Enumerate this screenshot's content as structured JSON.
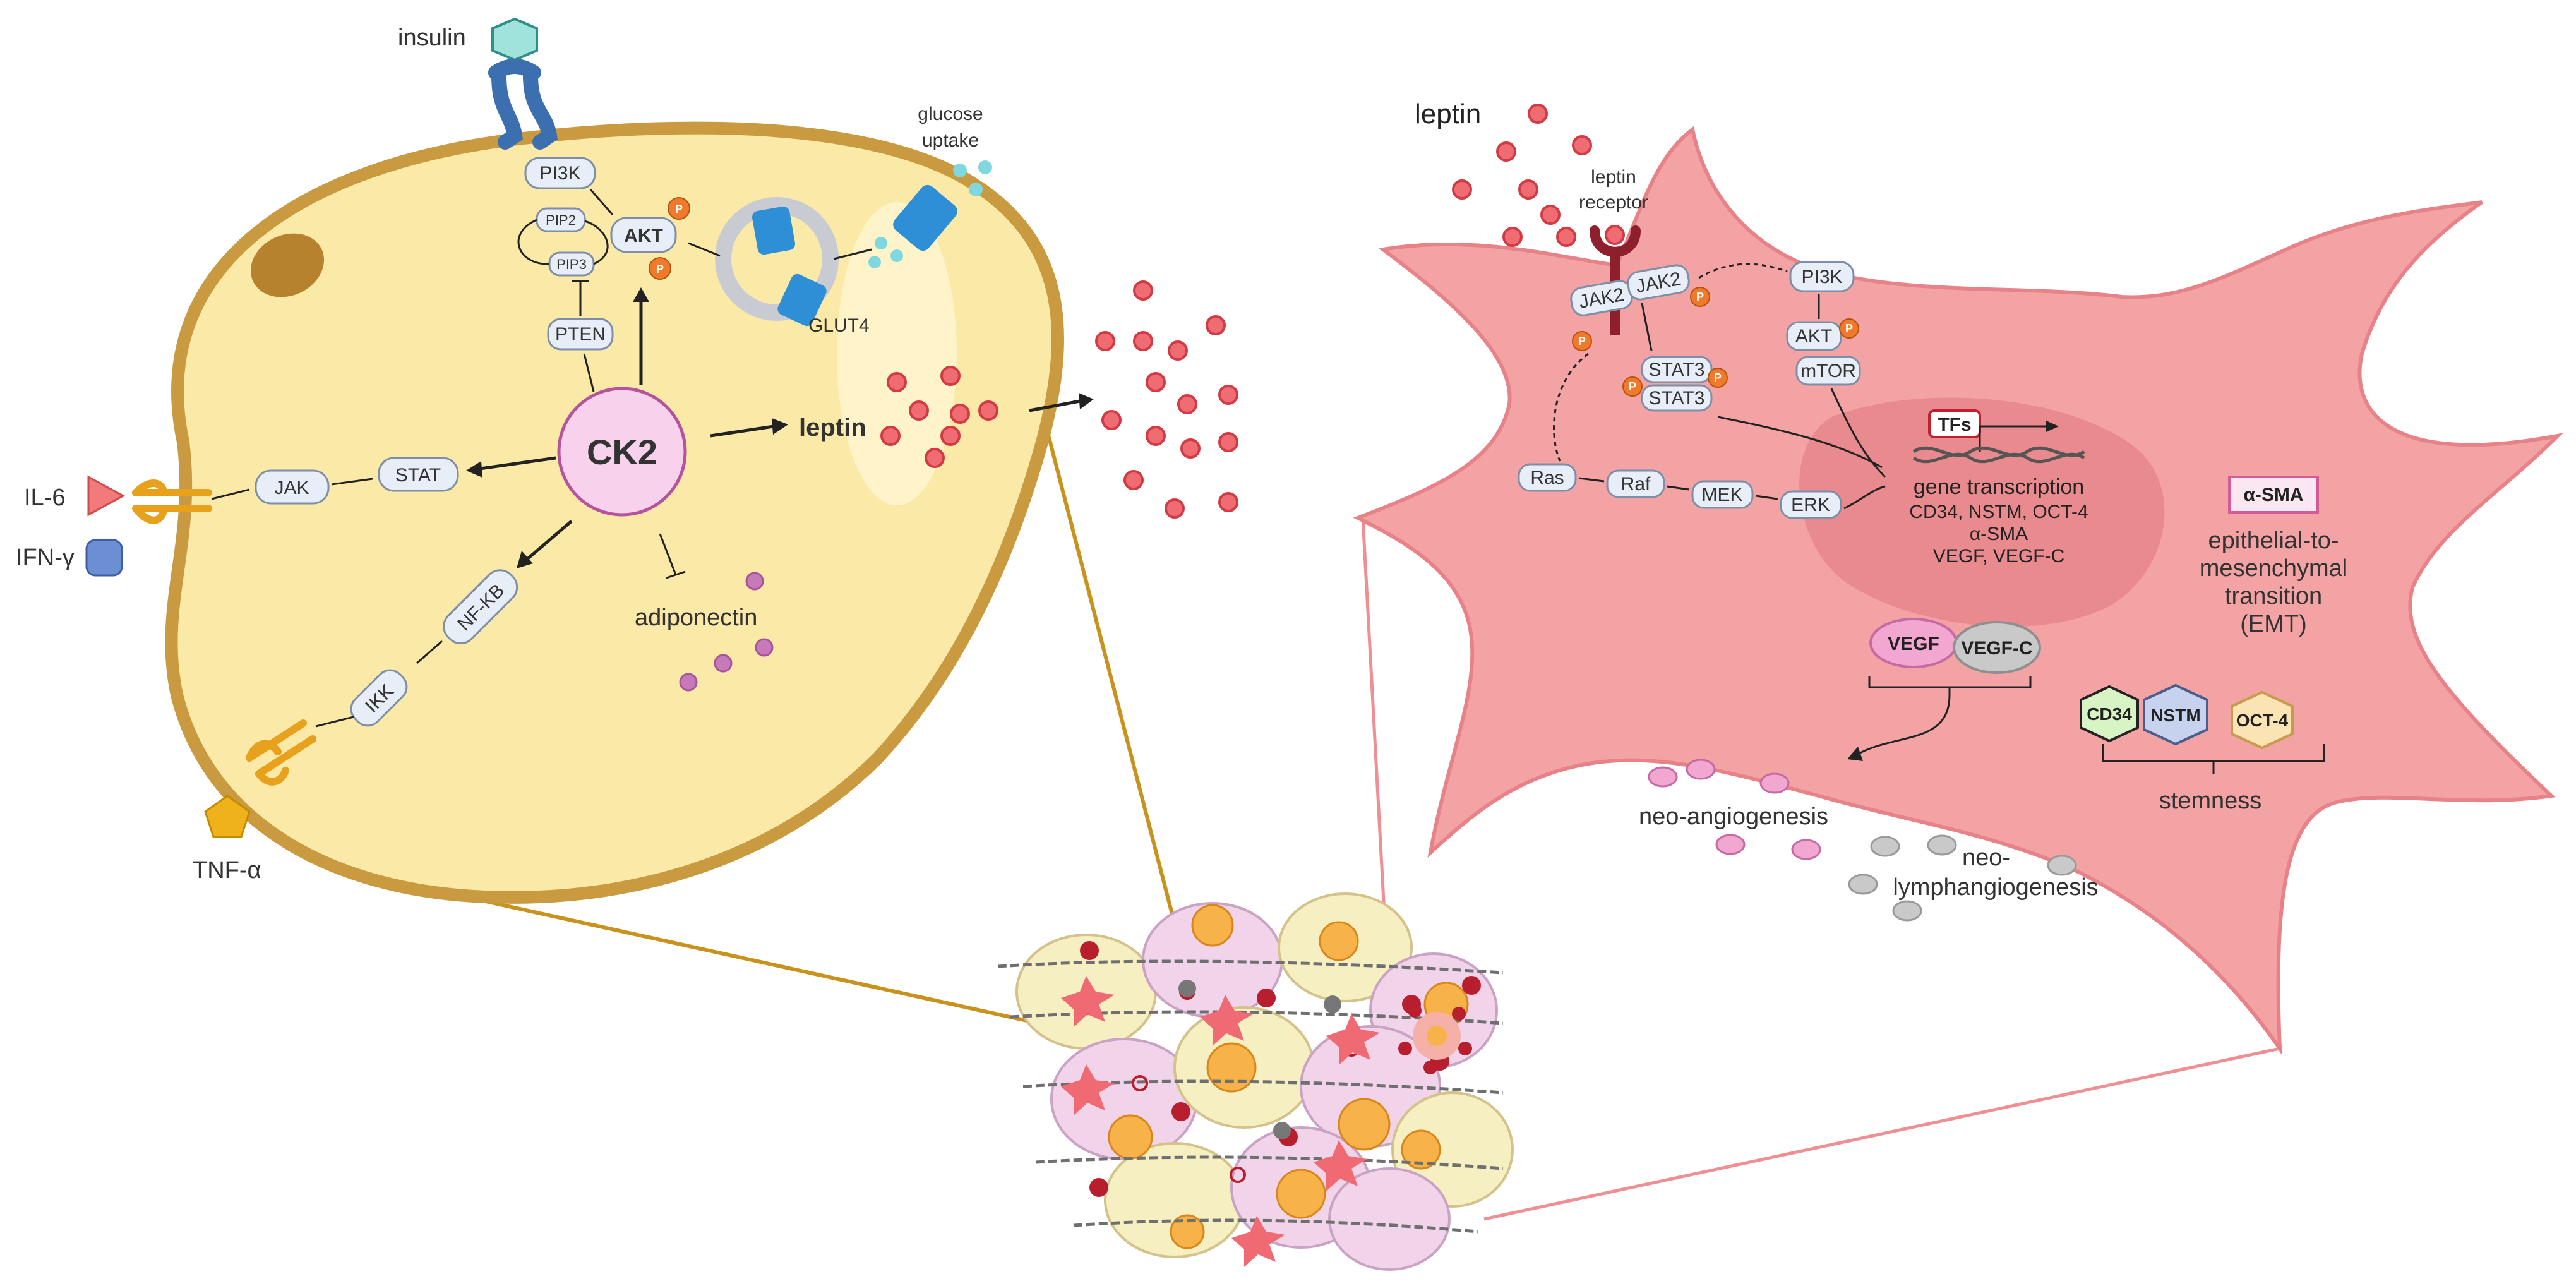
{
  "adipocyte": {
    "insulin": "insulin",
    "glucose_uptake_line1": "glucose",
    "glucose_uptake_line2": "uptake",
    "glut4": "GLUT4",
    "pi3k": "PI3K",
    "pip2": "PIP2",
    "pip3": "PIP3",
    "akt": "AKT",
    "pten": "PTEN",
    "ck2": "CK2",
    "leptin": "leptin",
    "jak": "JAK",
    "stat": "STAT",
    "il6": "IL-6",
    "ifng": "IFN-γ",
    "nfkb": "NF-KB",
    "ikk": "IKK",
    "adiponectin": "adiponectin",
    "tnfa": "TNF-α",
    "phospho": "P"
  },
  "cancer_cell": {
    "leptin": "leptin",
    "leptin_receptor_line1": "leptin",
    "leptin_receptor_line2": "receptor",
    "jak2_left": "JAK2",
    "jak2_right": "JAK2",
    "pi3k": "PI3K",
    "akt": "AKT",
    "mtor": "mTOR",
    "stat3_top": "STAT3",
    "stat3_bottom": "STAT3",
    "ras": "Ras",
    "raf": "Raf",
    "mek": "MEK",
    "erk": "ERK",
    "tfs": "TFs",
    "gene_transcription": "gene transcription",
    "genes_line1": "CD34, NSTM, OCT-4",
    "genes_line2": "α-SMA",
    "genes_line3": "VEGF, VEGF-C",
    "asma": "α-SMA",
    "emt_line1": "epithelial-to-",
    "emt_line2": "mesenchymal",
    "emt_line3": "transition",
    "emt_line4": "(EMT)",
    "vegf": "VEGF",
    "vegfc": "VEGF-C",
    "cd34": "CD34",
    "nstm": "NSTM",
    "oct4": "OCT-4",
    "stemness": "stemness",
    "neo_angiogenesis": "neo-angiogenesis",
    "neo_lymph_line1": "neo-",
    "neo_lymph_line2": "lymphangiogenesis",
    "phospho": "P"
  },
  "colors": {
    "adipocyte_fill": "#fbe9a8",
    "adipocyte_border": "#c99a3f",
    "cancer_cell_fill": "#f4a3a4",
    "cancer_cell_border": "#e78388",
    "nucleus": "#e98a8e",
    "connector_gold": "#c9921c",
    "connector_pink": "#ef8f93",
    "ck2_fill": "#f8d2ec",
    "ck2_border": "#b4549c"
  }
}
